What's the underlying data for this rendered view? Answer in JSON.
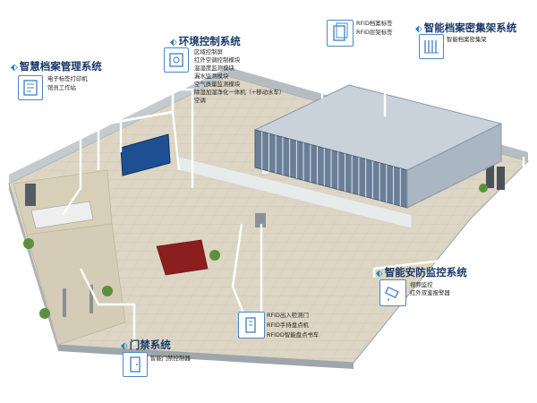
{
  "systems": {
    "archive_mgmt": {
      "title": "智慧档案管理系统",
      "items": [
        "电子标签打印机",
        "馆员工作站"
      ],
      "icon": "archive-document-icon"
    },
    "env_control": {
      "title": "环境控制系统",
      "items": [
        "区域控制屏",
        "红外空调控制模块",
        "温湿度监测模块",
        "漏水监测模块",
        "空气质量监测模块",
        "除湿加湿净化一体机（+移动水车）",
        "空调"
      ],
      "icon": "control-panel-icon"
    },
    "rfid_tags": {
      "items": [
        "RFID档案标签",
        "RFID层架标签"
      ],
      "icon": "rfid-tag-icon"
    },
    "smart_shelf": {
      "title": "智能档案密集架系统",
      "items": [
        "智能档案密集架"
      ],
      "icon": "dense-shelf-icon"
    },
    "security": {
      "title": "智能安防监控系统",
      "items": [
        "视频监控",
        "红外双鉴报警器"
      ],
      "icon": "cctv-camera-icon"
    },
    "rfid_devices": {
      "items": [
        "RFID出入检测门",
        "RFID手持盘点机",
        "RFIDD智能盘点书车"
      ],
      "icon": "rfid-device-icon"
    },
    "access": {
      "title": "门禁系统",
      "items": [
        "智能门禁控制器"
      ],
      "icon": "door-access-icon"
    }
  },
  "colors": {
    "accent": "#1b78c6",
    "title_text": "#1a3a6a",
    "connector": "#ffffff",
    "floor": "#ddd6c4",
    "wall": "#c4cacd",
    "shelf": "#c9d2da",
    "shelf_dark": "#6a7f97",
    "screen": "#1e4f93"
  }
}
